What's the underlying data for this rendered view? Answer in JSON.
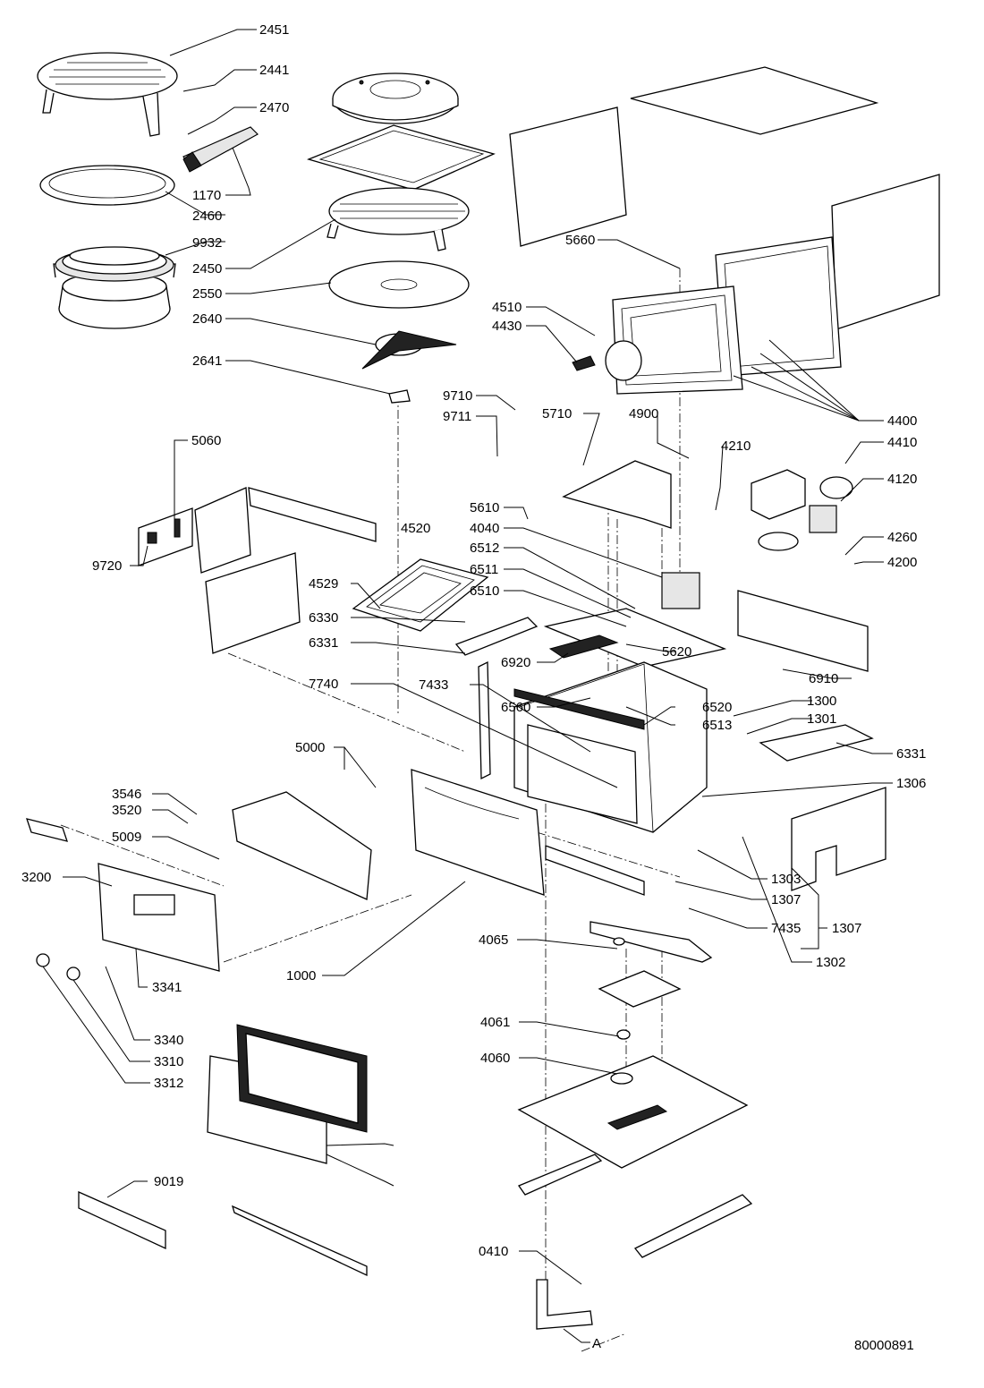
{
  "drawing": {
    "drawing_number": "80000891",
    "reference_letter": "A"
  },
  "labels": {
    "p2451": "2451",
    "p2441": "2441",
    "p2470": "2470",
    "p1170": "1170",
    "p2460": "2460",
    "p9932": "9932",
    "p2450": "2450",
    "p2550": "2550",
    "p2640": "2640",
    "p2641": "2641",
    "p5660": "5660",
    "p4510": "4510",
    "p4430": "4430",
    "p4400": "4400",
    "p9710": "9710",
    "p9711": "9711",
    "p5710": "5710",
    "p4900": "4900",
    "p4210": "4210",
    "p4410": "4410",
    "p4120": "4120",
    "p5060": "5060",
    "p4520": "4520",
    "p5610": "5610",
    "p4040": "4040",
    "p6512": "6512",
    "p6511": "6511",
    "p6510": "6510",
    "p4260": "4260",
    "p4200": "4200",
    "p9720": "9720",
    "p4529": "4529",
    "p6330": "6330",
    "p6331a": "6331",
    "p6920": "6920",
    "p5620": "5620",
    "p6910": "6910",
    "p7740": "7740",
    "p7433": "7433",
    "p6560": "6560",
    "p6520": "6520",
    "p1300": "1300",
    "p6513": "6513",
    "p1301": "1301",
    "p5000": "5000",
    "p6331b": "6331",
    "p1306": "1306",
    "p3546": "3546",
    "p3520": "3520",
    "p5009": "5009",
    "p3200": "3200",
    "p1303": "1303",
    "p1307a": "1307",
    "p7435": "7435",
    "p1307b": "1307",
    "p1000": "1000",
    "p1302": "1302",
    "p4065": "4065",
    "p3341": "3341",
    "p4061": "4061",
    "p3340": "3340",
    "p4060": "4060",
    "p3310": "3310",
    "p3312": "3312",
    "p9019": "9019",
    "p0410": "0410"
  }
}
